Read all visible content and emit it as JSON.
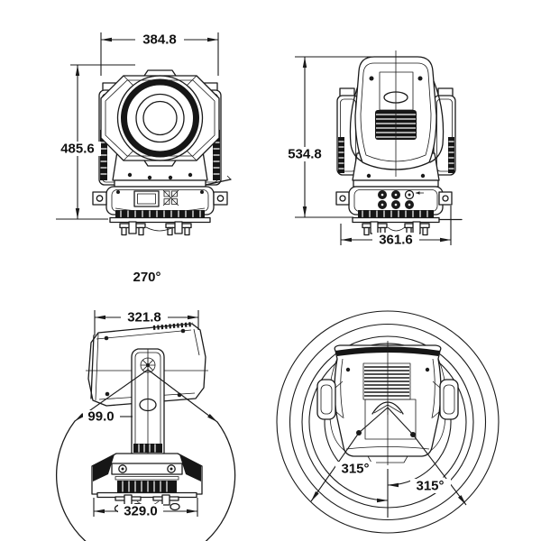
{
  "colors": {
    "line": "#1a1a1a",
    "background": "#ffffff"
  },
  "views": {
    "front": {
      "width": "384.8",
      "height": "485.6"
    },
    "rear": {
      "height": "534.8",
      "base_width": "361.6"
    },
    "side": {
      "tilt_range": "270°",
      "head_width": "321.8",
      "axis_offset": "99.0",
      "base_width": "329.0"
    },
    "top": {
      "pan_left": "315°",
      "pan_right": "315°"
    }
  }
}
